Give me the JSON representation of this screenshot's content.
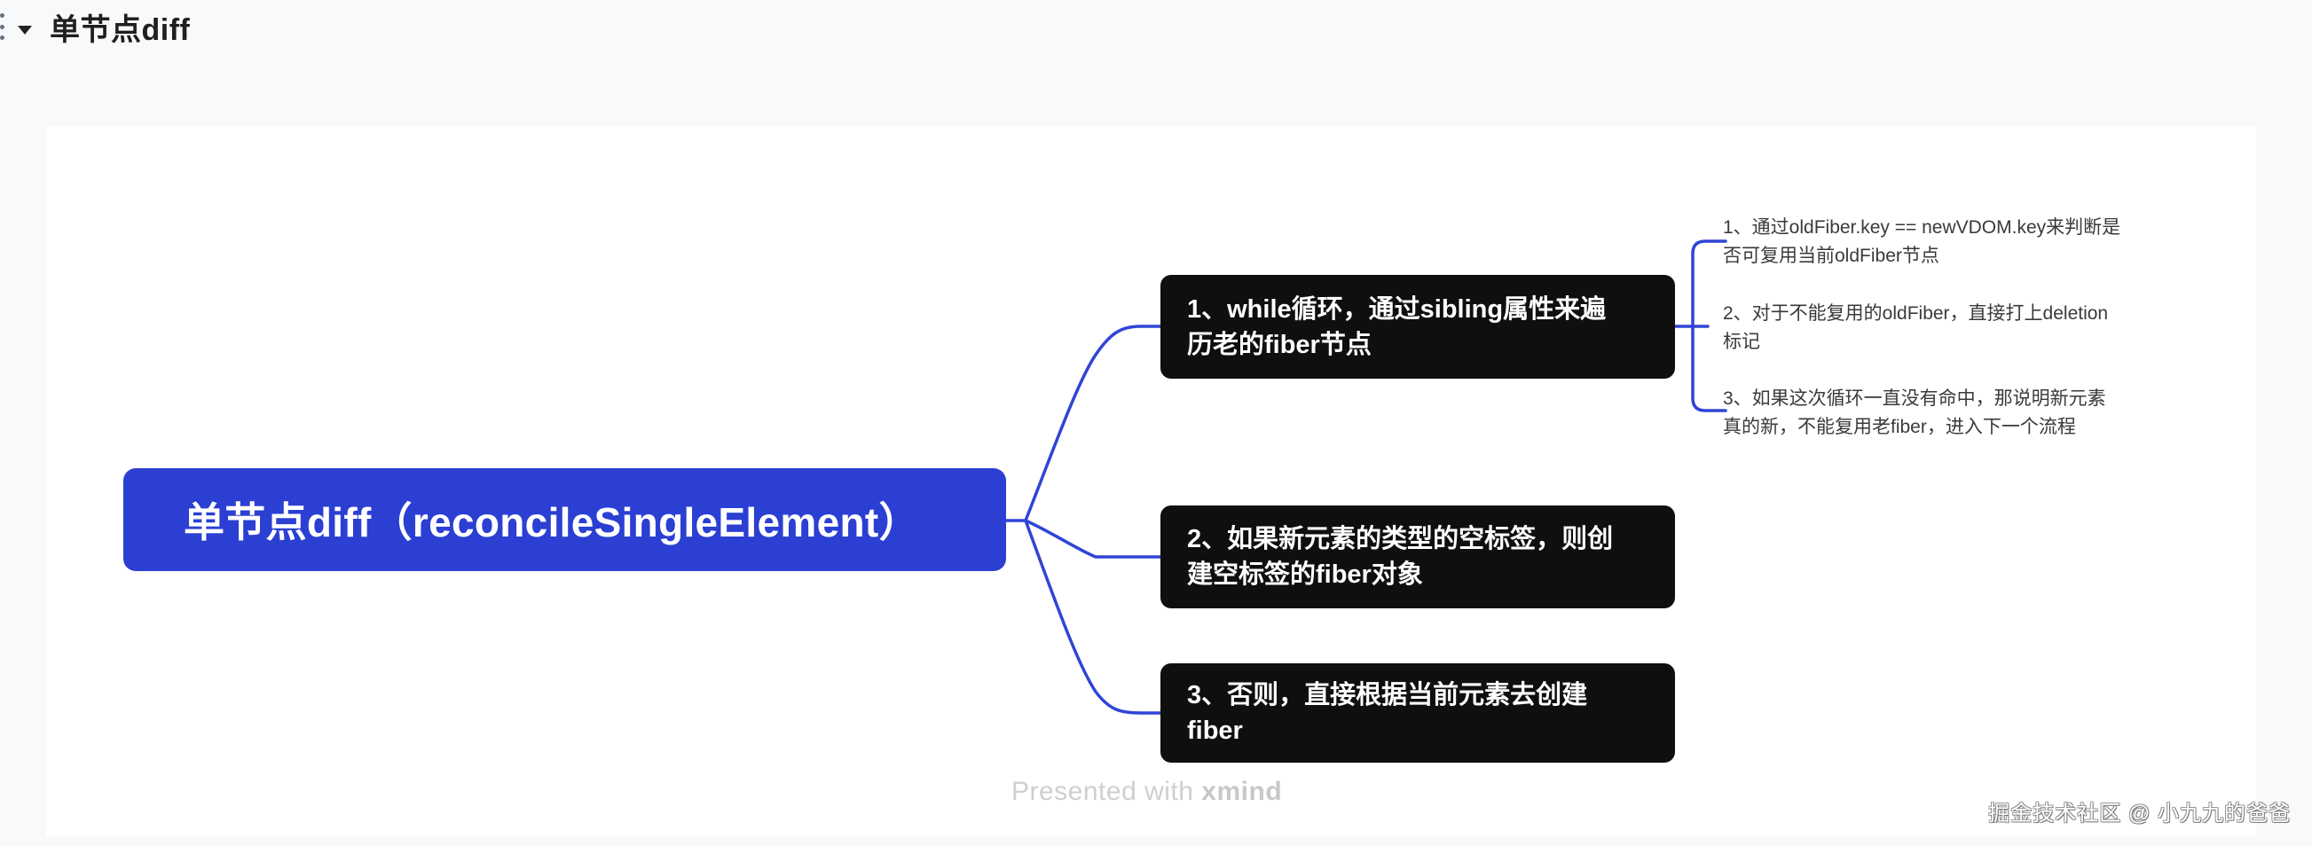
{
  "heading": {
    "title": "单节点diff",
    "caret_icon": "caret-down-icon",
    "handle_icon": "drag-handle-icon"
  },
  "mindmap": {
    "root": {
      "label": "单节点diff（reconcileSingleElement）",
      "color": "#2b3fd3"
    },
    "branch_color": "#2f45d6",
    "children": [
      {
        "line1": "1、while循环，通过sibling属性来遍",
        "line2": "历老的fiber节点",
        "leaves": [
          {
            "line1": "1、通过oldFiber.key == newVDOM.key来判断是",
            "line2": "否可复用当前oldFiber节点"
          },
          {
            "line1": "2、对于不能复用的oldFiber，直接打上deletion",
            "line2": "标记"
          },
          {
            "line1": "3、如果这次循环一直没有命中，那说明新元素",
            "line2": "真的新，不能复用老fiber，进入下一个流程"
          }
        ]
      },
      {
        "line1": "2、如果新元素的类型的空标签，则创",
        "line2": "建空标签的fiber对象"
      },
      {
        "line1": "3、否则，直接根据当前元素去创建",
        "line2": "fiber"
      }
    ],
    "child_color": "#0f0f0f"
  },
  "footer": {
    "presented_with": "Presented with",
    "brand": "xmind",
    "credit": "掘金技术社区 @ 小九九的爸爸"
  }
}
